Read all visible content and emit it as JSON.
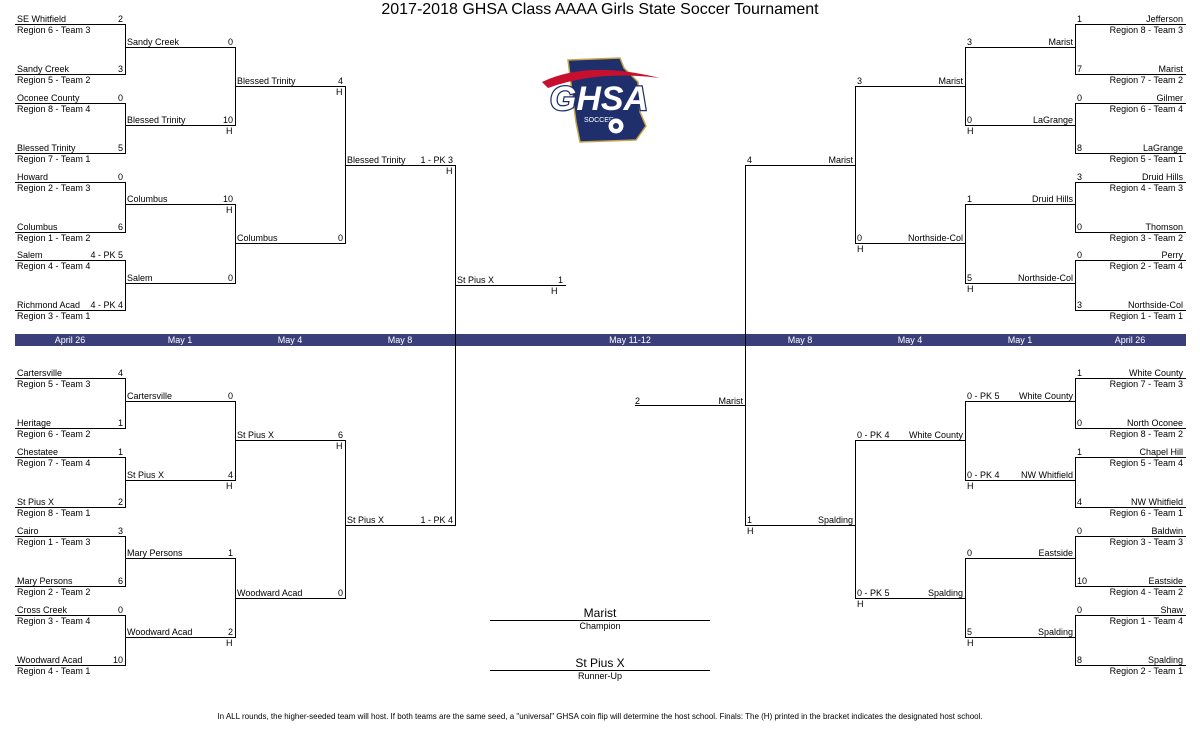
{
  "title": "2017-2018 GHSA Class AAAA Girls State Soccer Tournament",
  "dates": [
    "April 26",
    "May 1",
    "May 4",
    "May 8",
    "May 11-12",
    "May 8",
    "May 4",
    "May 1",
    "April 26"
  ],
  "logo": {
    "text": "GHSA",
    "subtext": "SOCCER",
    "colors": {
      "navy": "#1f2f6b",
      "red": "#c8102e",
      "gold": "#c9a34b"
    }
  },
  "host": "H",
  "brand": {
    "band": "#3b3f79"
  },
  "r1": {
    "tl": [
      {
        "n": "SE Whitfield",
        "s": "Region 6 - Team 3",
        "sc": "2"
      },
      {
        "n": "Sandy Creek",
        "s": "Region 5 - Team 2",
        "sc": "3"
      },
      {
        "n": "Oconee County",
        "s": "Region 8 - Team 4",
        "sc": "0"
      },
      {
        "n": "Blessed Trinity",
        "s": "Region 7 - Team 1",
        "sc": "5"
      },
      {
        "n": "Howard",
        "s": "Region 2 - Team 3",
        "sc": "0"
      },
      {
        "n": "Columbus",
        "s": "Region 1 - Team 2",
        "sc": "6"
      },
      {
        "n": "Salem",
        "s": "Region 4 - Team 4",
        "sc": "4 - PK 5"
      },
      {
        "n": "Richmond Acad",
        "s": "Region 3 - Team 1",
        "sc": "4 - PK 4"
      }
    ],
    "bl": [
      {
        "n": "Cartersville",
        "s": "Region 5 - Team 3",
        "sc": "4"
      },
      {
        "n": "Heritage",
        "s": "Region 6 - Team 2",
        "sc": "1"
      },
      {
        "n": "Chestatee",
        "s": "Region 7 - Team 4",
        "sc": "1"
      },
      {
        "n": "St Pius X",
        "s": "Region 8 - Team 1",
        "sc": "2"
      },
      {
        "n": "Cairo",
        "s": "Region 1 - Team 3",
        "sc": "3"
      },
      {
        "n": "Mary Persons",
        "s": "Region 2 - Team 2",
        "sc": "6"
      },
      {
        "n": "Cross Creek",
        "s": "Region 3 - Team 4",
        "sc": "0"
      },
      {
        "n": "Woodward Acad",
        "s": "Region 4 - Team 1",
        "sc": "10"
      }
    ],
    "tr": [
      {
        "n": "Jefferson",
        "s": "Region 8 - Team 3",
        "sc": "1"
      },
      {
        "n": "Marist",
        "s": "Region 7 - Team 2",
        "sc": "7"
      },
      {
        "n": "Gilmer",
        "s": "Region 6 - Team 4",
        "sc": "0"
      },
      {
        "n": "LaGrange",
        "s": "Region 5 - Team 1",
        "sc": "8"
      },
      {
        "n": "Druid Hills",
        "s": "Region 4 - Team 3",
        "sc": "3"
      },
      {
        "n": "Thomson",
        "s": "Region 3 - Team 2",
        "sc": "0"
      },
      {
        "n": "Perry",
        "s": "Region 2 - Team 4",
        "sc": "0"
      },
      {
        "n": "Northside-Col",
        "s": "Region 1 - Team 1",
        "sc": "3"
      }
    ],
    "br": [
      {
        "n": "White County",
        "s": "Region 7 - Team 3",
        "sc": "1"
      },
      {
        "n": "North Oconee",
        "s": "Region 8 - Team 2",
        "sc": "0"
      },
      {
        "n": "Chapel Hill",
        "s": "Region 5 - Team 4",
        "sc": "1"
      },
      {
        "n": "NW Whitfield",
        "s": "Region 6 - Team 1",
        "sc": "4"
      },
      {
        "n": "Baldwin",
        "s": "Region 3 - Team 3",
        "sc": "0"
      },
      {
        "n": "Eastside",
        "s": "Region 4 - Team 2",
        "sc": "10"
      },
      {
        "n": "Shaw",
        "s": "Region 1 - Team 4",
        "sc": "0"
      },
      {
        "n": "Spalding",
        "s": "Region 2 - Team 1",
        "sc": "8"
      }
    ]
  },
  "r2": {
    "tl": [
      {
        "n": "Sandy Creek",
        "sc": "0",
        "h": false
      },
      {
        "n": "Blessed Trinity",
        "sc": "10",
        "h": true
      },
      {
        "n": "Columbus",
        "sc": "10",
        "h": true
      },
      {
        "n": "Salem",
        "sc": "0",
        "h": false
      }
    ],
    "bl": [
      {
        "n": "Cartersville",
        "sc": "0",
        "h": false
      },
      {
        "n": "St Pius X",
        "sc": "4",
        "h": true
      },
      {
        "n": "Mary Persons",
        "sc": "1",
        "h": false
      },
      {
        "n": "Woodward Acad",
        "sc": "2",
        "h": true
      }
    ],
    "tr": [
      {
        "n": "Marist",
        "sc": "3",
        "h": false
      },
      {
        "n": "LaGrange",
        "sc": "0",
        "h": true
      },
      {
        "n": "Druid Hills",
        "sc": "1",
        "h": false
      },
      {
        "n": "Northside-Col",
        "sc": "5",
        "h": true
      }
    ],
    "br": [
      {
        "n": "White County",
        "sc": "0 - PK 5",
        "h": false
      },
      {
        "n": "NW Whitfield",
        "sc": "0 - PK 4",
        "h": true
      },
      {
        "n": "Eastside",
        "sc": "0",
        "h": false
      },
      {
        "n": "Spalding",
        "sc": "5",
        "h": true
      }
    ]
  },
  "r3": {
    "tl": [
      {
        "n": "Blessed Trinity",
        "sc": "4",
        "h": true
      },
      {
        "n": "Columbus",
        "sc": "0",
        "h": false
      }
    ],
    "bl": [
      {
        "n": "St Pius X",
        "sc": "6",
        "h": true
      },
      {
        "n": "Woodward Acad",
        "sc": "0",
        "h": false
      }
    ],
    "tr": [
      {
        "n": "Marist",
        "sc": "3",
        "h": false
      },
      {
        "n": "Northside-Col",
        "sc": "0",
        "h": true
      }
    ],
    "br": [
      {
        "n": "White County",
        "sc": "0 - PK 4",
        "h": false
      },
      {
        "n": "Spalding",
        "sc": "0 - PK 5",
        "h": true
      }
    ]
  },
  "r4": {
    "tl": {
      "n": "Blessed Trinity",
      "sc": "1 - PK 3",
      "h": true
    },
    "bl": {
      "n": "St Pius X",
      "sc": "1 - PK 4",
      "h": false
    },
    "tr": {
      "n": "Marist",
      "sc": "4",
      "h": false
    },
    "br": {
      "n": "Spalding",
      "sc": "1",
      "h": true
    }
  },
  "final": {
    "left": {
      "n": "St Pius X",
      "sc": "1",
      "h": true
    },
    "right": {
      "n": "Marist",
      "sc": "2",
      "h": false
    }
  },
  "champion": {
    "name": "Marist",
    "label": "Champion"
  },
  "runnerup": {
    "name": "St Pius X",
    "label": "Runner-Up"
  },
  "footer": "In ALL rounds, the higher-seeded team will host.  If both teams are the same seed, a \"universal\" GHSA coin flip will determine the host school. Finals: The (H) printed in the bracket indicates the designated host school."
}
